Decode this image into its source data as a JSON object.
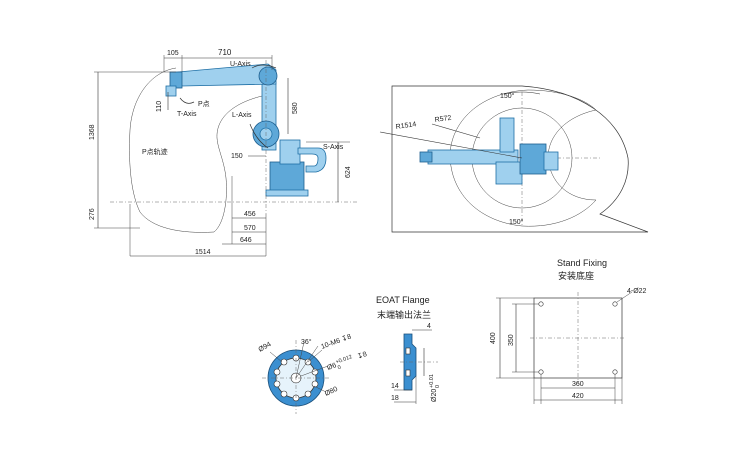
{
  "side_view": {
    "dim_105": "105",
    "dim_710": "710",
    "dim_u_axis": "U-Axis",
    "dim_1368": "1368",
    "dim_110": "110",
    "label_p_point": "P点",
    "label_t_axis": "T-Axis",
    "label_l_axis": "L-Axis",
    "dim_580": "580",
    "label_p_track": "P点轨迹",
    "dim_150": "150",
    "label_s_axis": "S-Axis",
    "dim_624": "624",
    "dim_276": "276",
    "dim_456": "456",
    "dim_570": "570",
    "dim_646": "646",
    "dim_1514": "1514"
  },
  "top_view": {
    "angle_top": "150°",
    "angle_bottom": "150°",
    "radius_r572": "R572",
    "radius_r1514": "R1514"
  },
  "flange_round": {
    "dim_36": "36°",
    "dim_94": "Ø94",
    "dim_holes": "10-M6 ↧8",
    "dim_pin": "Ø6",
    "dim_tol": "+0.012",
    "dim_tol_low": "0",
    "dim_depth": "↧8",
    "dim_80": "Ø80"
  },
  "eoat_flange": {
    "title_en": "EOAT Flange",
    "title_cn": "末端输出法兰",
    "dim_4": "4",
    "dim_14": "14",
    "dim_18": "18",
    "dim_20": "Ø20",
    "dim_20_tol": "+0.01",
    "dim_20_tol_low": "0"
  },
  "stand_fixing": {
    "title_en": "Stand Fixing",
    "title_cn": "安装底座",
    "dim_holes": "4-Ø22",
    "dim_400": "400",
    "dim_350": "350",
    "dim_360": "360",
    "dim_420": "420"
  }
}
